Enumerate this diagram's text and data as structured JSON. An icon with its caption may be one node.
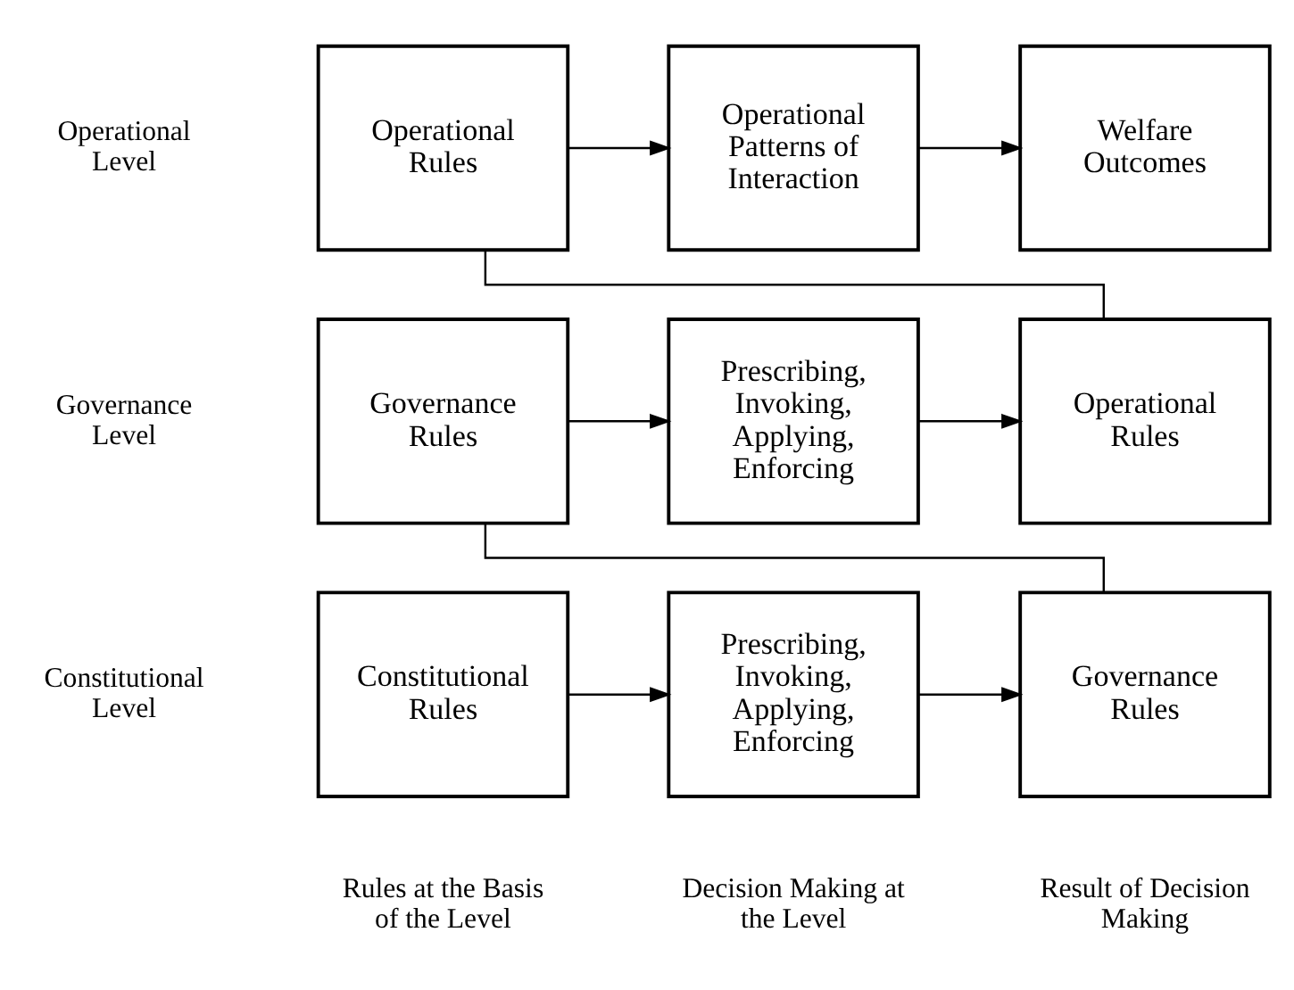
{
  "diagram": {
    "nodes": [
      {
        "text": [
          "Operational Rules"
        ]
      },
      {
        "text": [
          "Operational Patterns of Interaction"
        ]
      },
      {
        "text": [
          "Welfare Outcomes"
        ]
      },
      {
        "text": [
          "Governance Rules"
        ]
      },
      {
        "text": [
          "Prescribing, Invoking, Applying, Enforcing"
        ]
      },
      {
        "text": [
          "Operational Rules"
        ]
      },
      {
        "text": [
          "Constitutional Rules"
        ]
      },
      {
        "text": [
          "Prescribing, Invoking, Applying, Enforcing"
        ]
      },
      {
        "text": [
          "Governance Rules"
        ]
      }
    ],
    "edges": [
      {
        "from": 0,
        "to": 1,
        "arrow": "to"
      },
      {
        "from": 1,
        "to": 2,
        "arrow": "to"
      },
      {
        "from": 0,
        "to": 5,
        "arrow": "none"
      },
      {
        "from": 3,
        "to": 4,
        "arrow": "to"
      },
      {
        "from": 4,
        "to": 5,
        "arrow": "to"
      },
      {
        "from": 3,
        "to": 8,
        "arrow": "none"
      },
      {
        "from": 6,
        "to": 7,
        "arrow": "to"
      },
      {
        "from": 7,
        "to": 8,
        "arrow": "to"
      }
    ],
    "labels": [
      "Operational Level",
      "Governance Level",
      "Constitutional Level",
      "Rules at the Basis of the Level",
      "Decision Making at the Level",
      "Result of Decision Making"
    ]
  }
}
